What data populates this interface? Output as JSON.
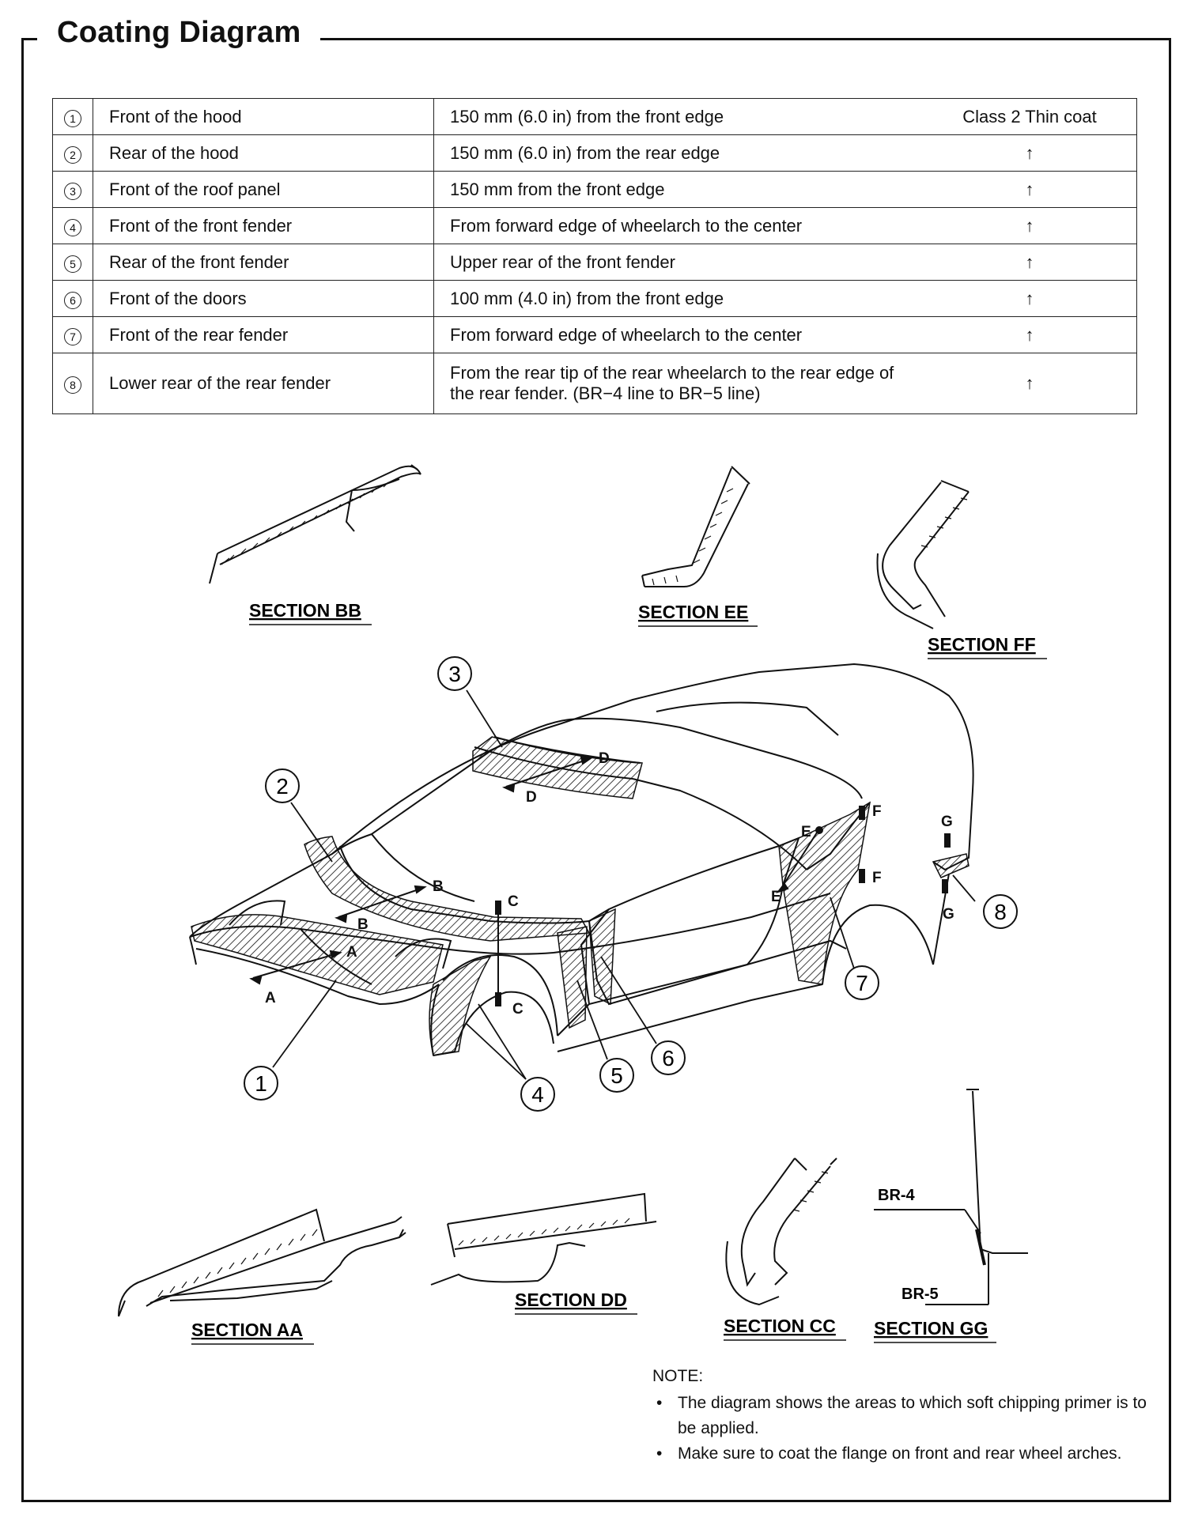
{
  "title": "Coating Diagram",
  "table": {
    "rows": [
      {
        "num": "1",
        "area": "Front of the hood",
        "desc": "150 mm (6.0 in) from the front edge",
        "cls": "Class 2 Thin coat"
      },
      {
        "num": "2",
        "area": "Rear of the hood",
        "desc": "150 mm (6.0 in) from the rear edge",
        "cls": "↑"
      },
      {
        "num": "3",
        "area": "Front of the roof panel",
        "desc": "150 mm from the front edge",
        "cls": "↑"
      },
      {
        "num": "4",
        "area": "Front of the front fender",
        "desc": "From forward edge of wheelarch to the center",
        "cls": "↑"
      },
      {
        "num": "5",
        "area": "Rear of the front fender",
        "desc": "Upper rear of the front fender",
        "cls": "↑"
      },
      {
        "num": "6",
        "area": "Front of the doors",
        "desc": "100 mm (4.0 in) from the front edge",
        "cls": "↑"
      },
      {
        "num": "7",
        "area": "Front of the rear fender",
        "desc": "From forward edge of wheelarch to the center",
        "cls": "↑"
      },
      {
        "num": "8",
        "area": "Lower rear of the rear fender",
        "desc": "From the rear tip of the rear wheelarch to the rear edge of the rear fender. (BR−4 line to BR−5 line)",
        "cls": "↑"
      }
    ]
  },
  "sections": {
    "bb": "SECTION BB",
    "ee": "SECTION EE",
    "ff": "SECTION FF",
    "aa": "SECTION AA",
    "dd": "SECTION DD",
    "cc": "SECTION CC",
    "gg": "SECTION GG"
  },
  "section_gg_labels": {
    "br4": "BR-4",
    "br5": "BR-5"
  },
  "callouts": {
    "c1": "1",
    "c2": "2",
    "c3": "3",
    "c4": "4",
    "c5": "5",
    "c6": "6",
    "c7": "7",
    "c8": "8"
  },
  "cut_letters": {
    "a": "A",
    "b": "B",
    "c": "C",
    "d": "D",
    "e": "E",
    "f": "F",
    "g": "G"
  },
  "note": {
    "heading": "NOTE:",
    "items": [
      "The diagram shows the areas to which soft chipping primer is to be applied.",
      "Make sure to coat the flange on front and rear wheel arches."
    ]
  }
}
